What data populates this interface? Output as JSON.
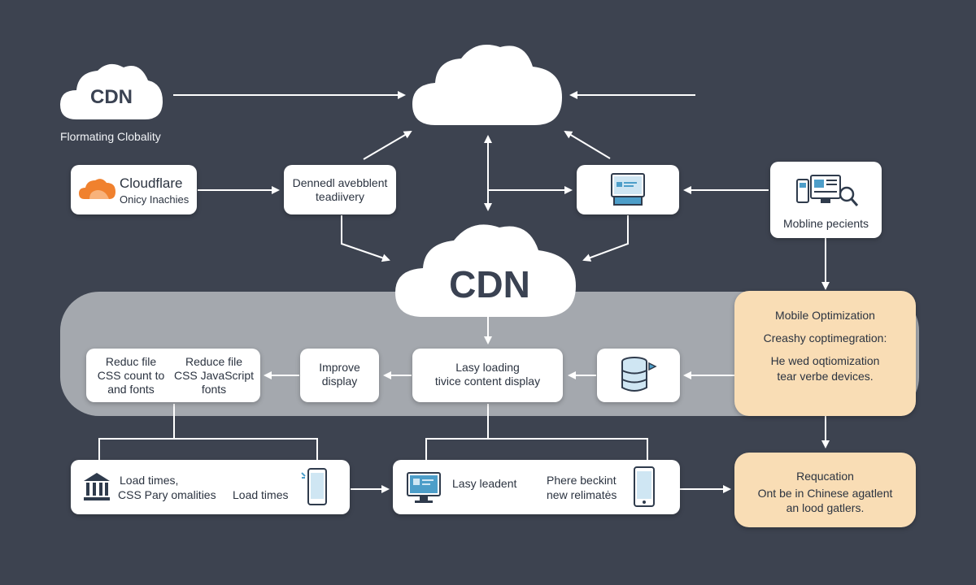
{
  "top": {
    "cdn_badge": "CDN",
    "caption": "Flormating Clobality"
  },
  "center_cloud": {
    "label": "CDN"
  },
  "row2": {
    "cloudflare": {
      "title": "Cloudflare",
      "subtitle": "Onicy Inachies"
    },
    "demand": {
      "line1": "Dennedl avebblent",
      "line2": "teadiivery"
    },
    "mobile_pecients": {
      "label": "Mobline pecients"
    }
  },
  "mobile_optimization": {
    "title": "Mobile Optimization",
    "line1": "Creashy coptimegration:",
    "line2": "He wed oqtiomization",
    "line3": "tear verbe devices."
  },
  "band_row": {
    "reduce_a": {
      "line1": "Reduc file",
      "line2": "CSS count to",
      "line3": "and fonts"
    },
    "reduce_b": {
      "line1": "Reduce file",
      "line2": "CSS JavaScript",
      "line3": "fonts"
    },
    "improve": {
      "line1": "Improve",
      "line2": "display"
    },
    "lazy": {
      "line1": "Lasy loading",
      "line2": "tivice content display"
    }
  },
  "bottom_row": {
    "load": {
      "line1": "Load times,",
      "line2": "CSS Pary omalities",
      "right": "Load times"
    },
    "lasy": {
      "left": "Lasy leadent",
      "right1": "Phere beckint",
      "right2": "new relimatės"
    }
  },
  "requcation": {
    "title": "Requcation",
    "line1": "Ont be in Chinese agatlent",
    "line2": "an lood gatlers."
  },
  "colors": {
    "background": "#3d4350",
    "band": "#a4a8ae",
    "card": "#ffffff",
    "peach": "#f9ddb5",
    "accent_orange": "#f0812e",
    "accent_blue": "#4d9ec9"
  },
  "icons": [
    "cloud-icon",
    "cloudflare-cloud-icon",
    "monitor-icon",
    "devices-search-icon",
    "database-icon",
    "bank-icon",
    "smartphone-icon",
    "desktop-icon"
  ]
}
